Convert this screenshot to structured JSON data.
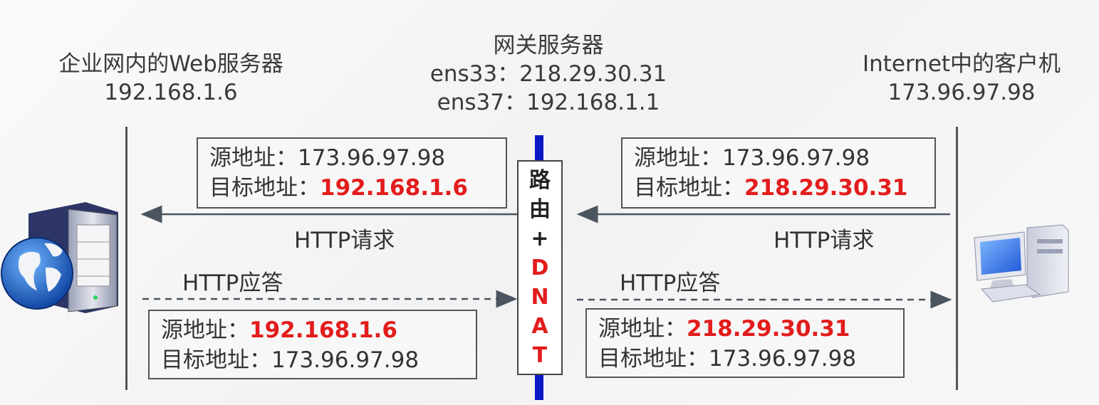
{
  "left_node": {
    "name": "企业网内的Web服务器",
    "ip": "192.168.1.6"
  },
  "center_node": {
    "name": "网关服务器",
    "if1": "ens33：218.29.30.31",
    "if2": "ens37：192.168.1.1"
  },
  "right_node": {
    "name": "Internet中的客户机",
    "ip": "173.96.97.98"
  },
  "router_label": {
    "chars_black": [
      "路",
      "由",
      "+"
    ],
    "chars_red": [
      "D",
      "N",
      "A",
      "T"
    ]
  },
  "boxes": {
    "left_request": {
      "src_label": "源地址：",
      "src": "173.96.97.98",
      "dst_label": "目标地址：",
      "dst": "192.168.1.6"
    },
    "right_request": {
      "src_label": "源地址：",
      "src": "173.96.97.98",
      "dst_label": "目标地址：",
      "dst": "218.29.30.31"
    },
    "left_response": {
      "src_label": "源地址：",
      "src": "192.168.1.6",
      "dst_label": "目标地址：",
      "dst": "173.96.97.98"
    },
    "right_response": {
      "src_label": "源地址：",
      "src": "218.29.30.31",
      "dst_label": "目标地址：",
      "dst": "173.96.97.98"
    }
  },
  "labels": {
    "http_request_left": "HTTP请求",
    "http_request_right": "HTTP请求",
    "http_response_left": "HTTP应答",
    "http_response_right": "HTTP应答"
  },
  "colors": {
    "highlight_red": "#e31c1c",
    "router_bar_blue": "#0a19c4",
    "line_gray": "#555555",
    "arrow_gray": "#4a5560"
  },
  "icons": {
    "left": "web-server-globe-icon",
    "right": "desktop-computer-icon"
  }
}
